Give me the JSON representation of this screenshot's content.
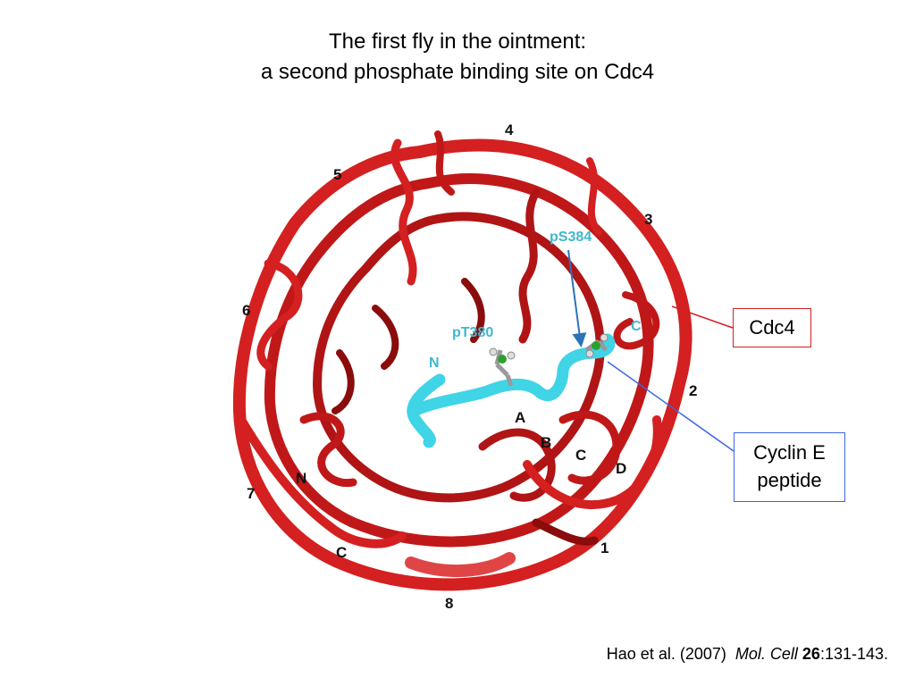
{
  "title": {
    "line1": "The first fly in the ointment:",
    "line2": "a second phosphate binding site on Cdc4"
  },
  "structure": {
    "blade_labels": [
      "1",
      "2",
      "3",
      "4",
      "5",
      "6",
      "7",
      "8"
    ],
    "strand_labels": [
      "A",
      "B",
      "C",
      "D"
    ],
    "terminus_labels": {
      "n": "N",
      "c": "C"
    },
    "peptide_labels": {
      "ps384": "pS384",
      "pt380": "pT380",
      "n": "N",
      "c": "C"
    }
  },
  "callouts": {
    "cdc4": "Cdc4",
    "cyclin_line1": "Cyclin E",
    "cyclin_line2": "peptide"
  },
  "citation": {
    "authors": "Hao et al. (2007)",
    "journal": "Mol. Cell",
    "volume": "26",
    "pages": ":131-143."
  },
  "colors": {
    "ribbon": "#d42020",
    "ribbon_dark": "#8a0c0c",
    "peptide": "#3fd4e6",
    "cdc4_line": "#d02020",
    "cyclin_line": "#3a66e6"
  }
}
